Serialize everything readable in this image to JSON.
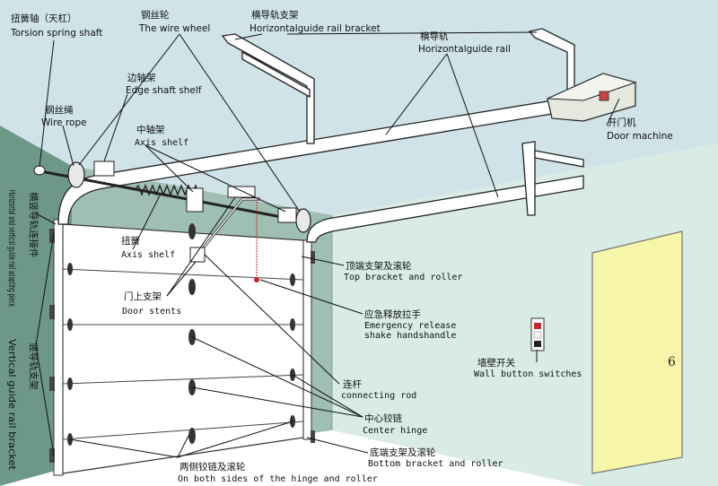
{
  "labels": {
    "torsion_shaft_cn": "扭簧轴（天杠）",
    "torsion_shaft_en": "Torsion spring shaft",
    "wire_wheel_cn": "钢丝轮",
    "wire_wheel_en": "The wire wheel",
    "h_rail_bracket_cn": "横导轨支架",
    "h_rail_bracket_en": "Horizontalguide rail bracket",
    "h_rail_cn": "横导轨",
    "h_rail_en": "Horizontalguide rail",
    "wire_rope_cn": "钢丝绳",
    "wire_rope_en": "Wire rope",
    "edge_shelf_cn": "边轴架",
    "edge_shelf_en": "Edge shaft shelf",
    "axis_shelf_cn": "中轴架",
    "axis_shelf_en": "Axis shelf",
    "door_machine_cn": "开门机",
    "door_machine_en": "Door machine",
    "hv_adapt_cn": "横竖导轨连接件",
    "hv_adapt_en": "Horizontal and vertical guide rail adapting piece",
    "spring_cn": "扭簧",
    "spring_en": "Axis shelf",
    "top_bracket_cn": "顶端支架及滚轮",
    "top_bracket_en": "Top bracket and roller",
    "stents_cn": "门上支架",
    "stents_en": "Door stents",
    "emergency_cn": "应急释放拉手",
    "emergency_en1": "Emergency release",
    "emergency_en2": "shake handshandle",
    "wall_switch_cn": "墙壁开关",
    "wall_switch_en": "Wall button switches",
    "v_bracket_cn": "竖导轨支架",
    "v_bracket_en": "Vertical guide rail bracket",
    "rod_cn": "连杆",
    "rod_en": "connecting rod",
    "center_hinge_cn": "中心铰链",
    "center_hinge_en": "Center hinge",
    "bottom_bracket_cn": "底端支架及滚轮",
    "bottom_bracket_en": "Bottom bracket and roller",
    "hinge_roller_cn": "两侧铰链及滚轮",
    "hinge_roller_en": "On both sides of the hinge and roller",
    "door_number": "6"
  },
  "colors": {
    "ceiling": "#cfe3e8",
    "back_wall": "#9fbfb3",
    "right_wall": "#d8ebe5",
    "left_wall": "#6d9887",
    "floor": "#ffffff",
    "door_panel": "#ffffff",
    "inner_door": "#f7f5a8",
    "rail": "#ffffff",
    "line": "#1a1a1a",
    "machine": "#e4e8de",
    "emergency": "#d02020"
  }
}
